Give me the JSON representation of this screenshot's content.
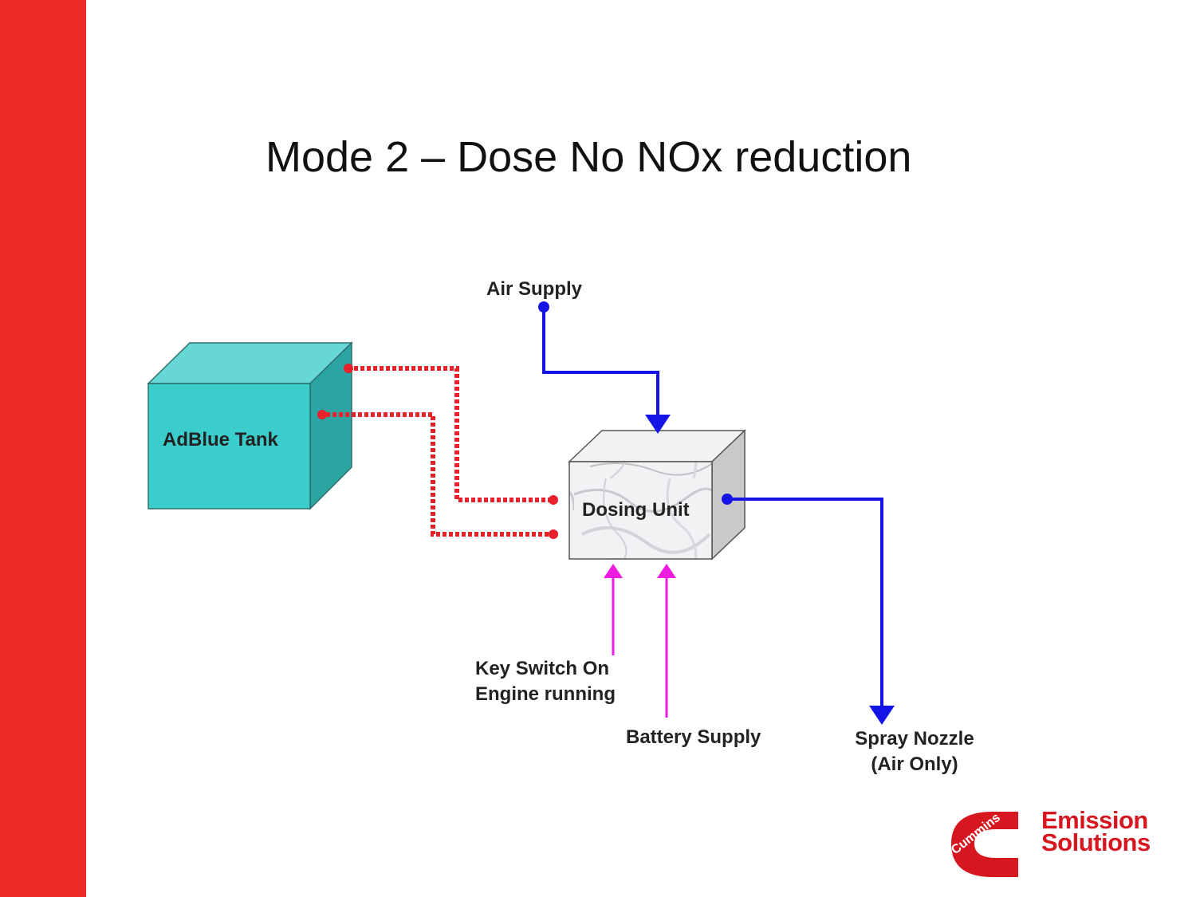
{
  "colors": {
    "side_bar": "#ec2b24",
    "tank_front": "#3acdcc",
    "tank_top": "#67d7d5",
    "tank_side": "#2aa5a3",
    "air_line": "#1414e6",
    "adblue_line": "#e8202a",
    "power_line": "#ee1be0",
    "brand_red": "#d6171f"
  },
  "slide": {
    "title": "Mode 2 – Dose No NOx reduction"
  },
  "diagram": {
    "tank_label": "AdBlue Tank",
    "dosing_unit_label": "Dosing Unit",
    "air_supply_label": "Air Supply",
    "key_switch_lines": [
      "Key Switch On",
      "Engine running"
    ],
    "battery_label": "Battery Supply",
    "spray_nozzle_lines": [
      "Spray Nozzle",
      "(Air Only)"
    ]
  },
  "brand": {
    "logo_text": "Cummins",
    "line1": "Emission",
    "line2": "Solutions"
  }
}
